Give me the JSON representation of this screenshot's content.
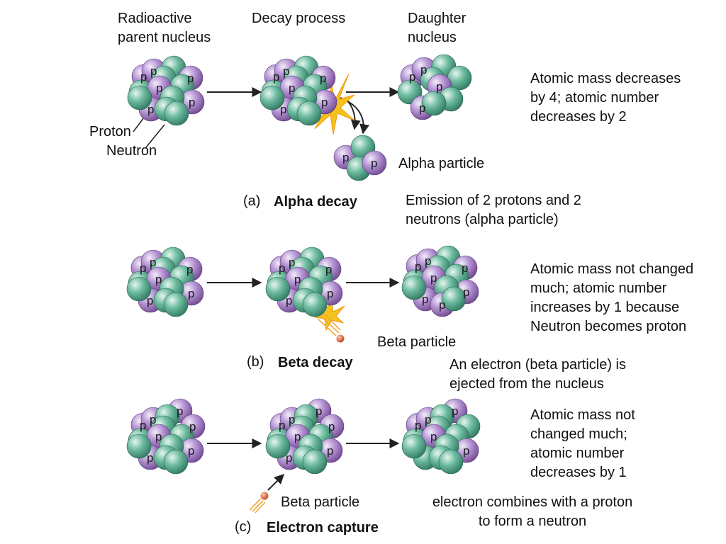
{
  "headers": {
    "parent": "Radioactive\nparent nucleus",
    "process": "Decay process",
    "daughter": "Daughter\nnucleus"
  },
  "labels": {
    "proton": "Proton",
    "neutron": "Neutron",
    "proton_symbol": "p"
  },
  "alpha": {
    "letter": "(a)",
    "title": "Alpha decay",
    "particle": "Alpha particle",
    "emission": "Emission of 2 protons and 2\nneutrons (alpha particle)",
    "effect": "Atomic mass decreases\nby 4;  atomic number\ndecreases by 2"
  },
  "beta": {
    "letter": "(b)",
    "title": "Beta decay",
    "particle": "Beta particle",
    "emission": "An electron (beta particle) is\nejected from the nucleus",
    "effect": "Atomic mass not changed\nmuch; atomic number\nincreases by 1 because\nNeutron becomes proton"
  },
  "capture": {
    "letter": "(c)",
    "title": "Electron capture",
    "particle": "Beta particle",
    "emission": "electron combines with a proton\nto form a neutron",
    "effect": "Atomic mass not\nchanged much;\natomic number\ndecreases by 1"
  },
  "colors": {
    "proton": "#9b6fc0",
    "neutron": "#4fa58a",
    "flash": "#f5c21b",
    "electron": "#e0502a"
  }
}
